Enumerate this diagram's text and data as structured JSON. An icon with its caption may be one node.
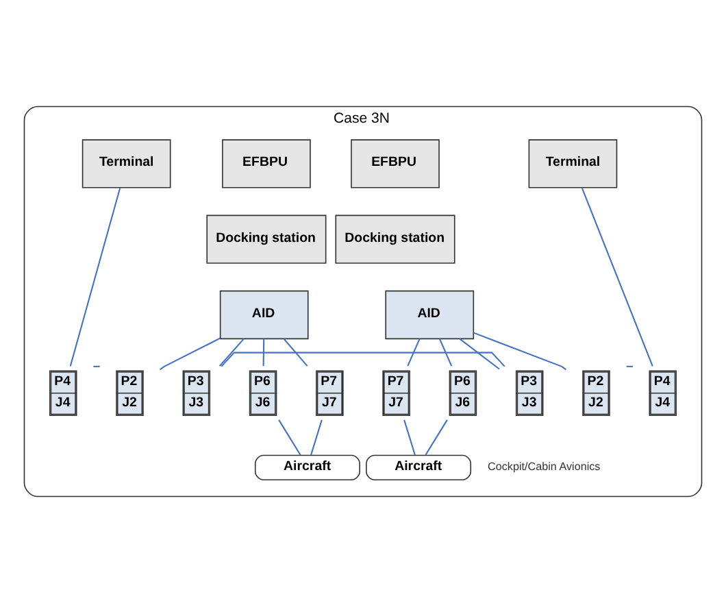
{
  "diagram": {
    "nodes": [
      {
        "text": [
          "Case 3N"
        ]
      },
      {
        "text": [
          "Terminal"
        ],
        "in": 0
      },
      {
        "text": [
          "EFBPU"
        ],
        "in": 0
      },
      {
        "text": [
          "Docking station"
        ],
        "in": 0
      },
      {
        "text": [
          "AID"
        ],
        "in": 0
      },
      {
        "text": [
          "P4",
          "J4"
        ],
        "in": 0
      },
      {
        "text": [
          "P2",
          "J2"
        ],
        "in": 0
      },
      {
        "text": [
          "P3",
          "J3"
        ],
        "in": 0
      },
      {
        "text": [
          "P6",
          "J6"
        ],
        "in": 0
      },
      {
        "text": [
          "P7",
          "J7"
        ],
        "in": 0
      },
      {
        "text": [
          "EFBPU"
        ],
        "in": 0
      },
      {
        "text": [
          "Docking station"
        ],
        "in": 0
      },
      {
        "text": [
          "AID"
        ],
        "in": 0
      },
      {
        "text": [
          "Terminal"
        ],
        "in": 0
      },
      {
        "text": [
          "P7",
          "J7"
        ],
        "in": 0
      },
      {
        "text": [
          "P6",
          "J6"
        ],
        "in": 0
      },
      {
        "text": [
          "P3",
          "J3"
        ],
        "in": 0
      },
      {
        "text": [
          "P2",
          "J2"
        ],
        "in": 0
      },
      {
        "text": [
          "P4",
          "J4"
        ],
        "in": 0
      },
      {
        "text": [
          "Aircraft"
        ],
        "in": 0
      },
      {
        "text": [
          "Aircraft"
        ],
        "in": 0
      }
    ],
    "edges": [
      {
        "from": 1,
        "to": 5,
        "arrow": "none"
      },
      {
        "from": 4,
        "to": 6,
        "arrow": "none"
      },
      {
        "from": 4,
        "to": 7,
        "arrow": "none"
      },
      {
        "from": 4,
        "to": 8,
        "arrow": "none"
      },
      {
        "from": 4,
        "to": 9,
        "arrow": "none"
      },
      {
        "from": 5,
        "to": 6,
        "arrow": "none"
      },
      {
        "from": 7,
        "to": 16,
        "arrow": "none"
      },
      {
        "from": 8,
        "to": 19,
        "arrow": "none"
      },
      {
        "from": 9,
        "to": 19,
        "arrow": "none"
      },
      {
        "from": 12,
        "to": 14,
        "arrow": "none"
      },
      {
        "from": 12,
        "to": 15,
        "arrow": "none"
      },
      {
        "from": 12,
        "to": 16,
        "arrow": "none"
      },
      {
        "from": 12,
        "to": 17,
        "arrow": "none"
      },
      {
        "from": 14,
        "to": 20,
        "arrow": "none"
      },
      {
        "from": 15,
        "to": 20,
        "arrow": "none"
      },
      {
        "from": 13,
        "to": 18,
        "arrow": "none"
      },
      {
        "from": 17,
        "to": 18,
        "arrow": "none"
      }
    ],
    "labels": [
      "Cockpit/Cabin Avionics"
    ]
  }
}
